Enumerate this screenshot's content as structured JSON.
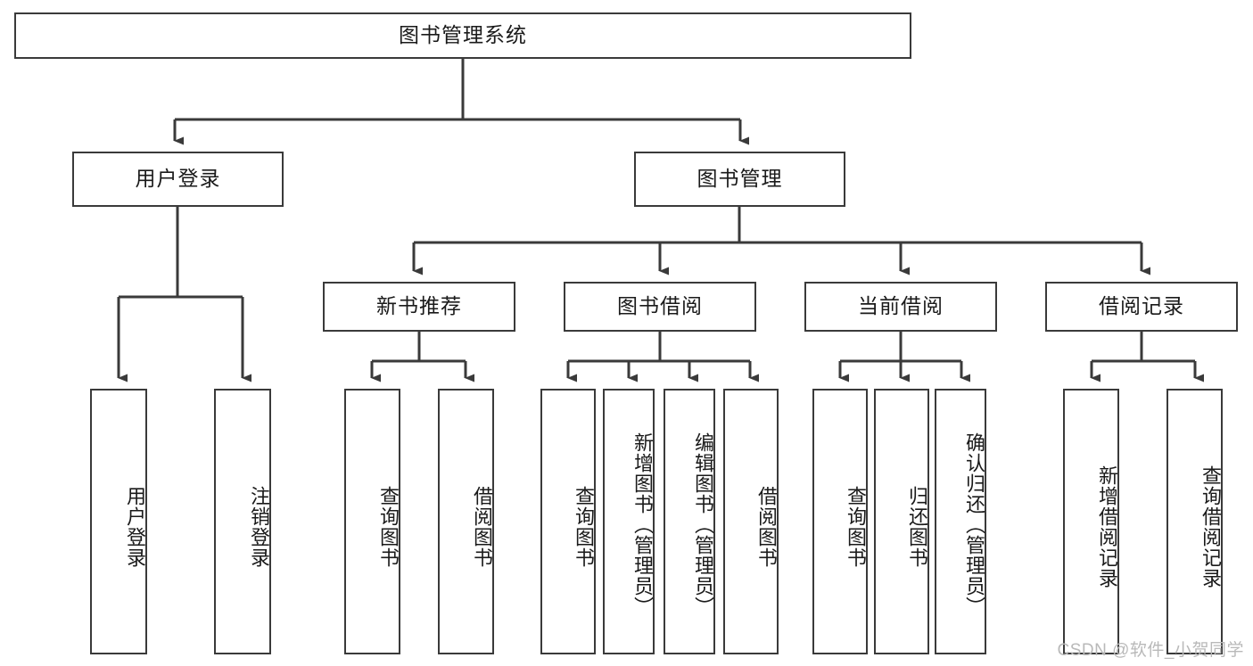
{
  "diagram": {
    "title": "图书管理系统",
    "type": "hierarchy-tree",
    "colors": {
      "box_border": "#3a3a3a",
      "box_fill": "#ffffff",
      "edge": "#3a3a3a",
      "text": "#1a1a1a",
      "watermark": "#b9b9b9"
    },
    "levels": {
      "root": {
        "label": "图书管理系统"
      },
      "level2": [
        {
          "label": "用户登录"
        },
        {
          "label": "图书管理"
        }
      ],
      "level3": [
        {
          "label": "新书推荐"
        },
        {
          "label": "图书借阅"
        },
        {
          "label": "当前借阅"
        },
        {
          "label": "借阅记录"
        }
      ],
      "leaves": {
        "user_login": [
          {
            "label": "用户登录"
          },
          {
            "label": "注销登录"
          }
        ],
        "new_book_recommend": [
          {
            "label": "查询图书"
          },
          {
            "label": "借阅图书"
          }
        ],
        "book_borrow": [
          {
            "label": "查询图书"
          },
          {
            "label": "新增图书（管理员）"
          },
          {
            "label": "编辑图书（管理员）"
          },
          {
            "label": "借阅图书"
          }
        ],
        "current_borrow": [
          {
            "label": "查询图书"
          },
          {
            "label": "归还图书"
          },
          {
            "label": "确认归还（管理员）"
          }
        ],
        "borrow_record": [
          {
            "label": "新增借阅记录"
          },
          {
            "label": "查询借阅记录"
          }
        ]
      }
    }
  },
  "watermark": {
    "text": "CSDN @软件_小贺同学"
  }
}
